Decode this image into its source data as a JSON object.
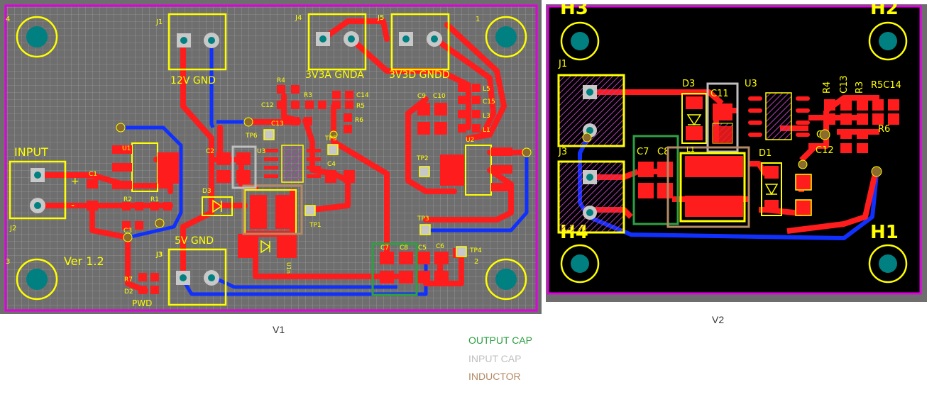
{
  "colors": {
    "v1_background": "#6e6e6e",
    "v2_background": "#000000",
    "board_outline": "#e000e0",
    "top_copper": "#ff1c1c",
    "bottom_copper": "#1030ff",
    "silkscreen": "#ffff00",
    "pad": "#c8c8c8",
    "via": "#8b6b2e",
    "mounting_hole": "#008080",
    "output_cap_highlight": "#2ea043",
    "input_cap_highlight": "#bfbfbf",
    "inductor_highlight": "#b48a64"
  },
  "v1": {
    "caption": "V1",
    "version_label": "Ver 1.2",
    "corner_labels": [
      "4",
      "1",
      "3",
      "2"
    ],
    "connectors": {
      "j1": {
        "ref": "J1",
        "label": "12V GND"
      },
      "j2": {
        "ref": "J2",
        "label": "INPUT"
      },
      "j3": {
        "ref": "J3",
        "label": "5V GND"
      },
      "j4": {
        "ref": "J4",
        "label": "3V3A GNDA"
      },
      "j5": {
        "ref": "J5",
        "label": "3V3D GNDD"
      }
    },
    "pwd_label": "PWD",
    "input_signs": [
      "+",
      "-"
    ],
    "designators": [
      "C1",
      "R2",
      "R1",
      "C3",
      "R7",
      "D2",
      "U1",
      "C2",
      "D3",
      "TP6",
      "U3",
      "C13",
      "C12",
      "R4",
      "R3",
      "C14",
      "R5",
      "R6",
      "TP5",
      "C4",
      "TP1",
      "C9",
      "C10",
      "L5",
      "C15",
      "L3",
      "L1",
      "TP2",
      "U2",
      "TP3",
      "C7",
      "C8",
      "C5",
      "C6",
      "TP4",
      "J3",
      "U1n"
    ]
  },
  "v2": {
    "caption": "V2",
    "holes": [
      "H3",
      "H2",
      "H4",
      "H1"
    ],
    "designators": [
      "J1",
      "J3",
      "D3",
      "C11",
      "U3",
      "R4",
      "C13",
      "R3",
      "R5C14",
      "C2",
      "C12",
      "R6",
      "C7",
      "C8",
      "D1",
      "L1"
    ]
  },
  "legend": {
    "output_cap": "OUTPUT CAP",
    "input_cap": "INPUT CAP",
    "inductor": "INDUCTOR"
  }
}
